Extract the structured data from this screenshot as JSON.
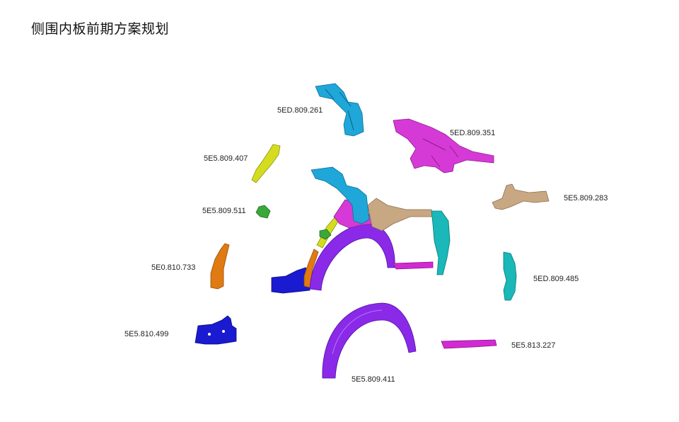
{
  "title": "侧围内板前期方案规划",
  "parts": [
    {
      "id": "5ED.809.261",
      "label": "5ED.809.261",
      "color": "#1ea7d8"
    },
    {
      "id": "5ED.809.351",
      "label": "5ED.809.351",
      "color": "#d63ad6"
    },
    {
      "id": "5E5.809.407",
      "label": "5E5.809.407",
      "color": "#d4dc1e"
    },
    {
      "id": "5E5.809.283",
      "label": "5E5.809.283",
      "color": "#c8a882"
    },
    {
      "id": "5E5.809.511",
      "label": "5E5.809.511",
      "color": "#3aa83a"
    },
    {
      "id": "5E0.810.733",
      "label": "5E0.810.733",
      "color": "#e07a12"
    },
    {
      "id": "5ED.809.485",
      "label": "5ED.809.485",
      "color": "#1ab8b8"
    },
    {
      "id": "5E5.810.499",
      "label": "5E5.810.499",
      "color": "#1a1ad0"
    },
    {
      "id": "5E5.813.227",
      "label": "5E5.813.227",
      "color": "#d22ad2"
    },
    {
      "id": "5E5.809.411",
      "label": "5E5.809.411",
      "color": "#8a2ae8"
    }
  ]
}
